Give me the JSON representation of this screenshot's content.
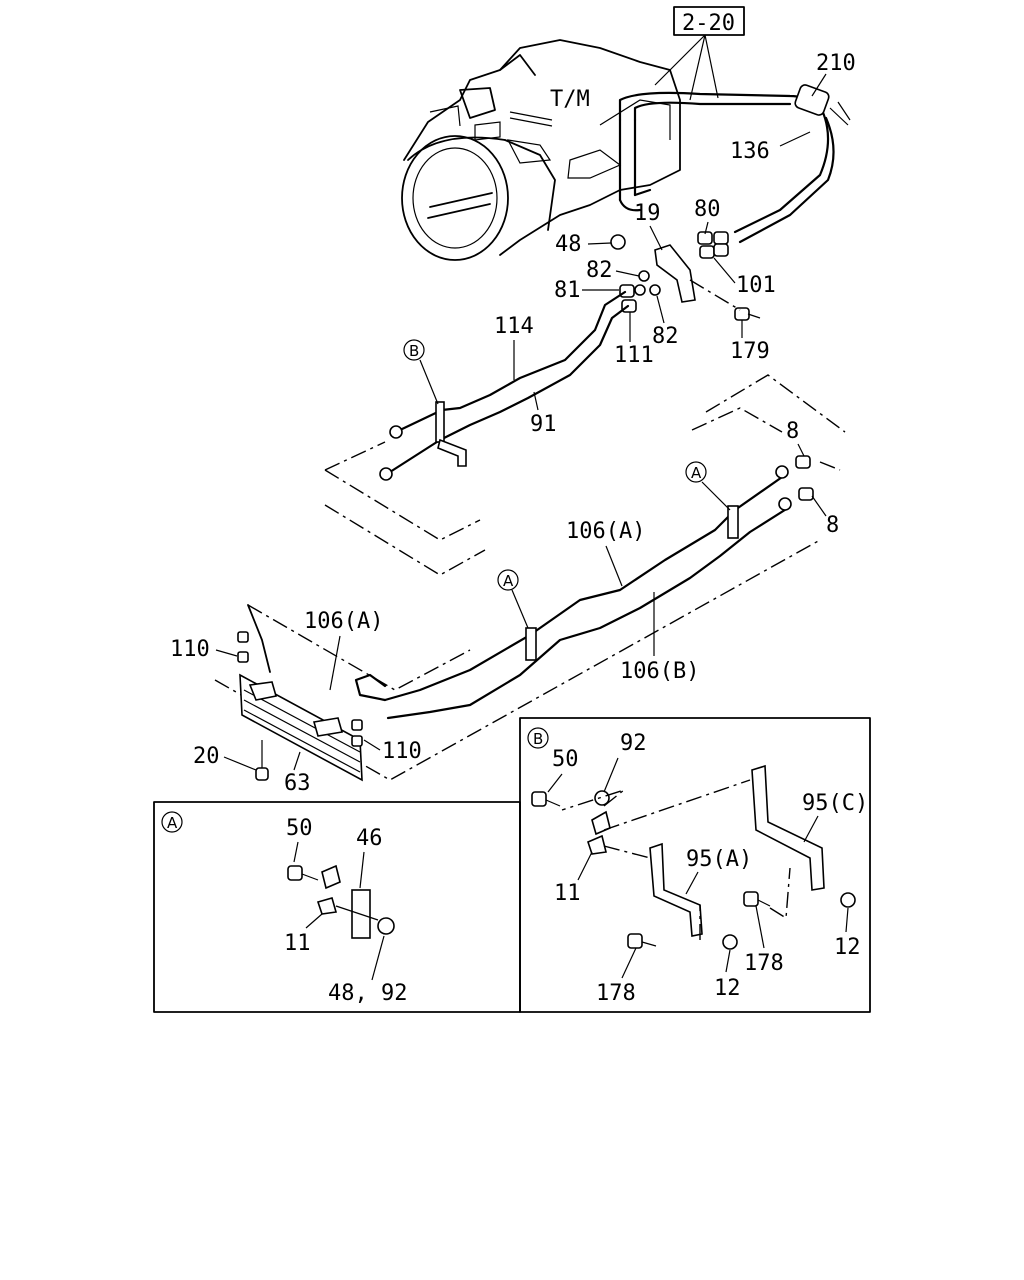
{
  "reference_box": "2-20",
  "component_label": "T/M",
  "callouts": {
    "c210": "210",
    "c136": "136",
    "c19": "19",
    "c80": "80",
    "c48": "48",
    "c82a": "82",
    "c81": "81",
    "c101": "101",
    "c82b": "82",
    "c111": "111",
    "c179": "179",
    "c114": "114",
    "c91": "91",
    "c8a": "8",
    "c8b": "8",
    "c106a1": "106(A)",
    "c106a2": "106(A)",
    "c106b": "106(B)",
    "c110a": "110",
    "c110b": "110",
    "c20": "20",
    "c63": "63"
  },
  "markers": {
    "a": "A",
    "b": "B"
  },
  "detail_a": {
    "marker": "A",
    "c50": "50",
    "c46": "46",
    "c11": "11",
    "c4892": "48, 92"
  },
  "detail_b": {
    "marker": "B",
    "c50": "50",
    "c92": "92",
    "c95c": "95(C)",
    "c95a": "95(A)",
    "c11": "11",
    "c178a": "178",
    "c178b": "178",
    "c12a": "12",
    "c12b": "12"
  }
}
